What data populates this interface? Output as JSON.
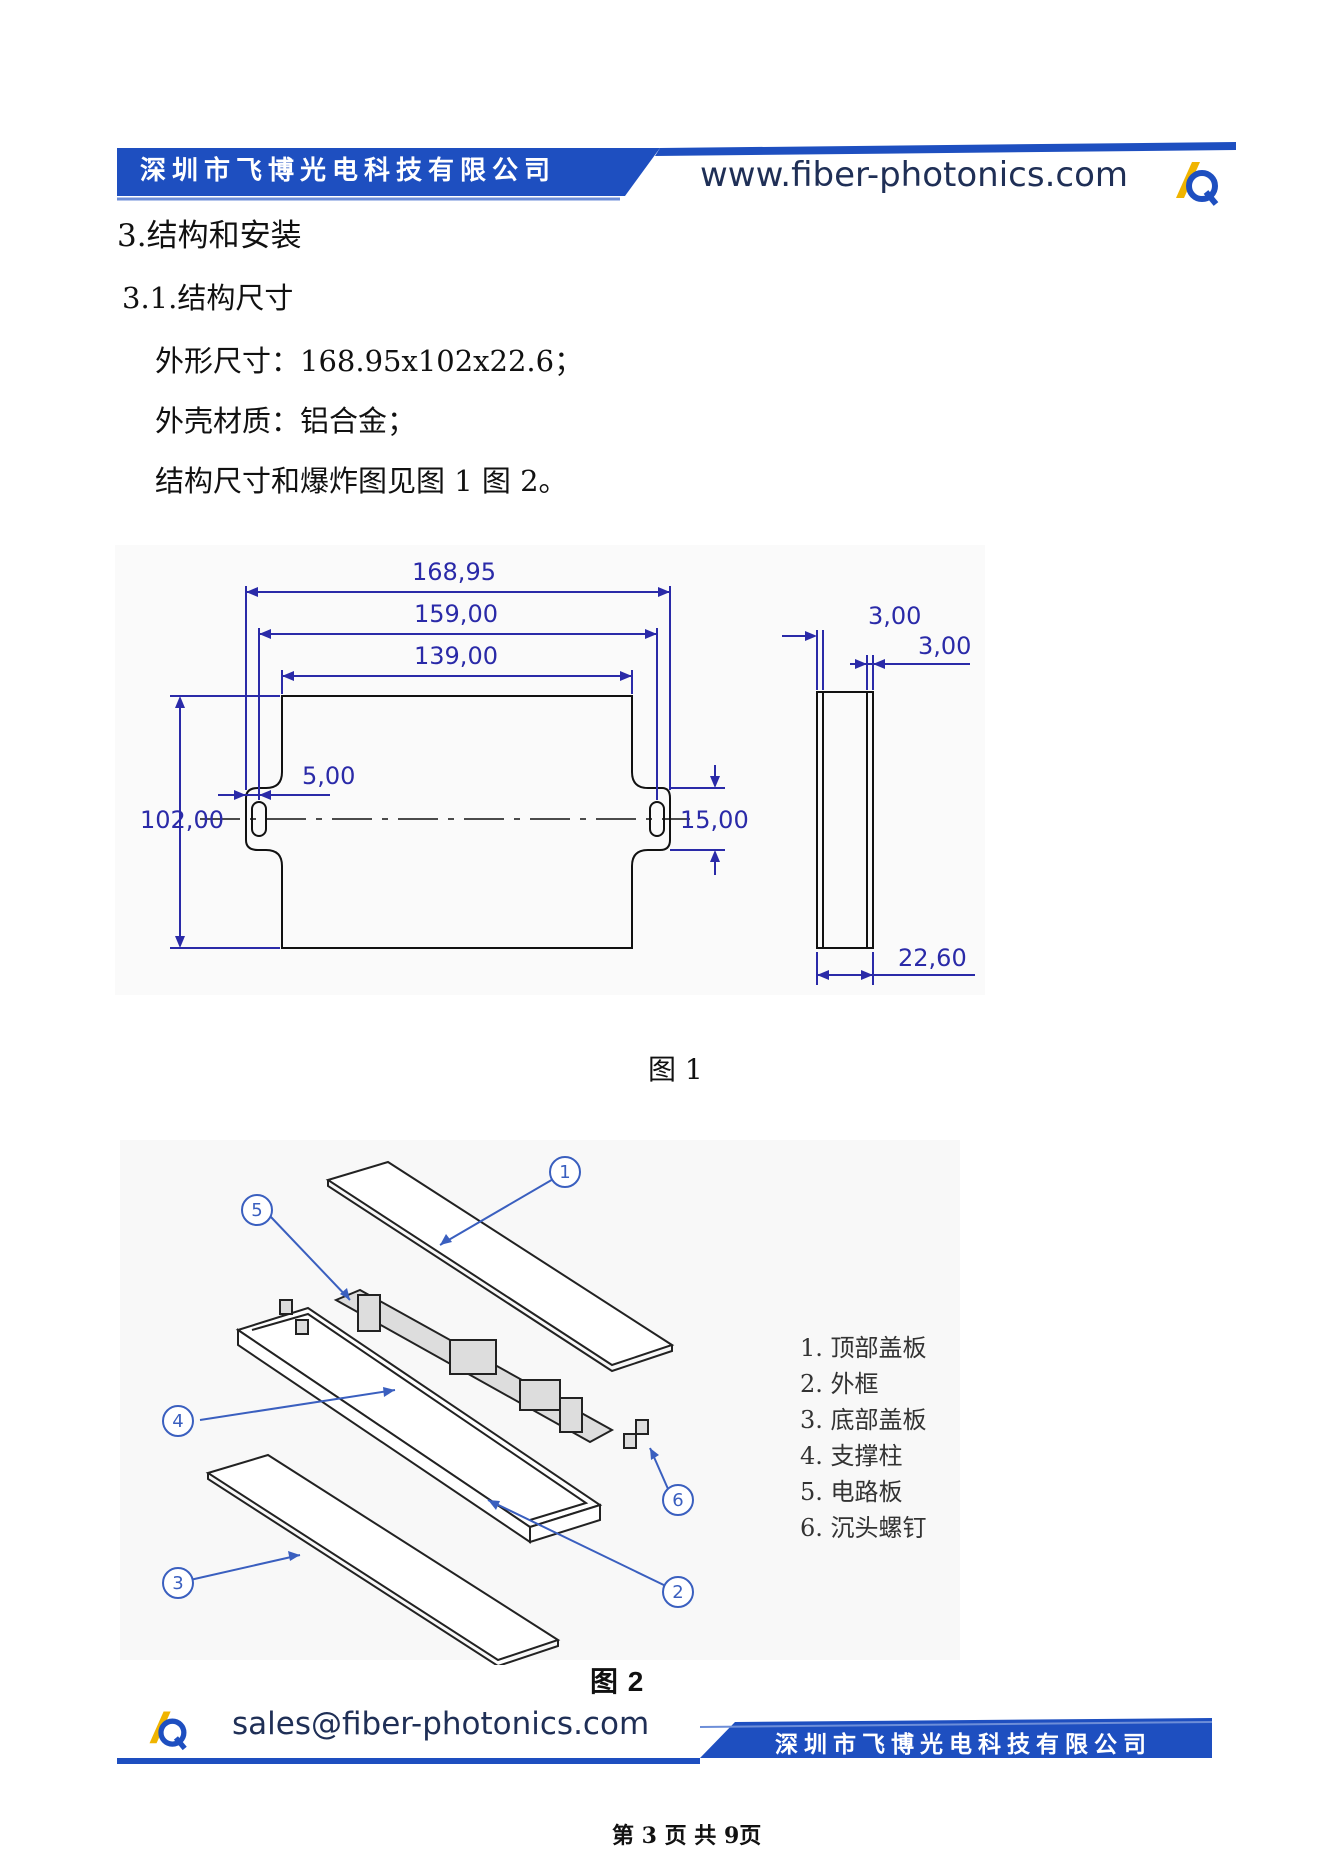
{
  "header": {
    "company": "深圳市飞博光电科技有限公司",
    "website": "www.fiber-photonics.com"
  },
  "content": {
    "section_title": "3.结构和安装",
    "subsection_title": "3.1.结构尺寸",
    "lines": [
      "外形尺寸：168.95x102x22.6；",
      "外壳材质：铝合金；",
      "结构尺寸和爆炸图见图 1 图 2。"
    ]
  },
  "figure1": {
    "caption": "图 1",
    "dims": {
      "overall_width": "168,95",
      "hole_spacing": "159,00",
      "body_width": "139,00",
      "slot_width": "5,00",
      "height": "102,00",
      "slot_length": "15,00",
      "wall1": "3,00",
      "wall2": "3,00",
      "thickness": "22,60"
    }
  },
  "figure2": {
    "caption_prefix": "图",
    "caption_number": "2",
    "callouts": [
      "1",
      "2",
      "3",
      "4",
      "5",
      "6"
    ],
    "legend": [
      "1. 顶部盖板",
      "2. 外框",
      "3. 底部盖板",
      "4. 支撑柱",
      "5. 电路板",
      "6. 沉头螺钉"
    ]
  },
  "footer": {
    "email": "sales@fiber-photonics.com",
    "company": "深圳市飞博光电科技有限公司",
    "page_number": "第 3 页 共 9页"
  },
  "colors": {
    "brand_blue": "#1e4fc0",
    "dimension_blue": "#2a2aa8",
    "logo_yellow": "#f0b400"
  }
}
